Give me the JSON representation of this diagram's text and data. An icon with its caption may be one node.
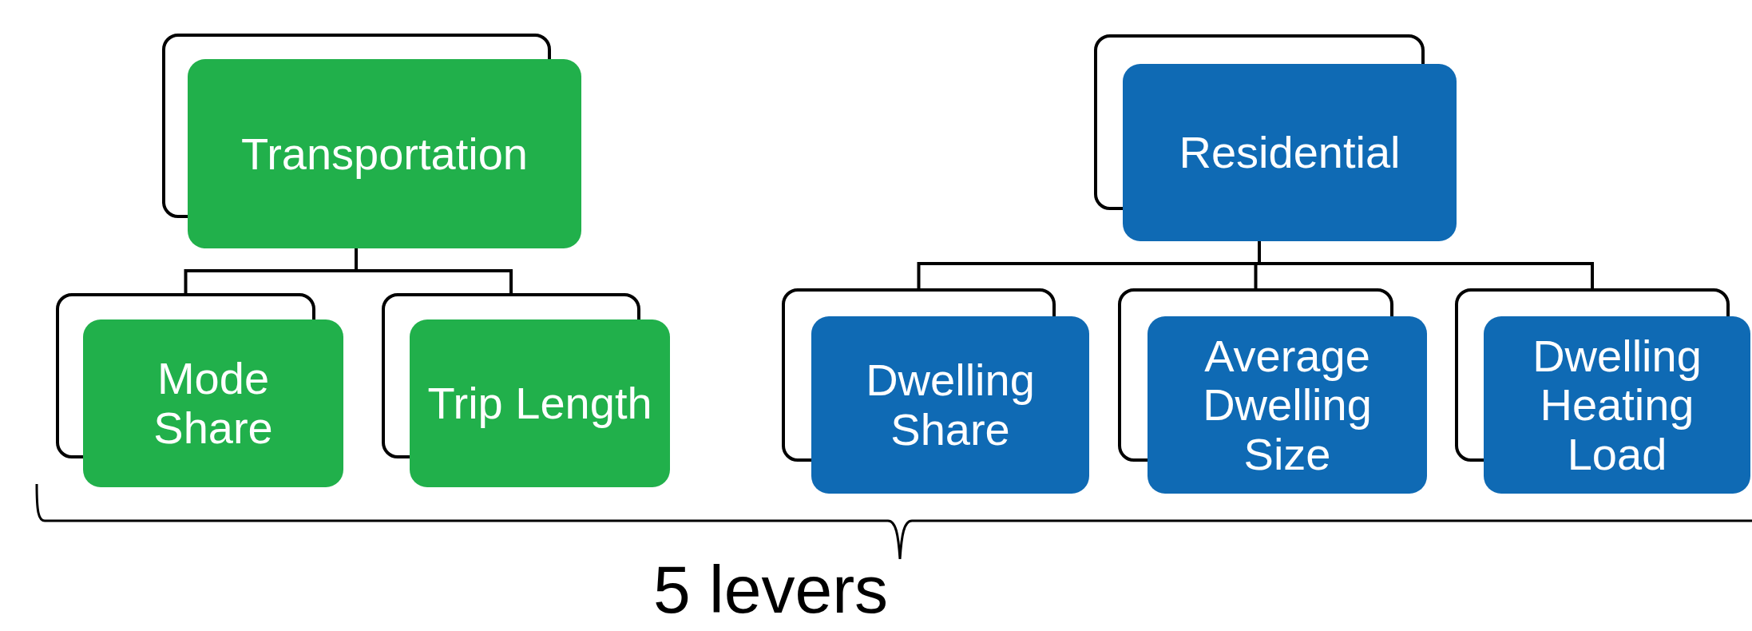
{
  "diagram": {
    "nodes": [
      {
        "text": [
          "Transportation"
        ]
      },
      {
        "text": [
          "Mode Share"
        ]
      },
      {
        "text": [
          "Trip Length"
        ]
      },
      {
        "text": [
          "Residential"
        ]
      },
      {
        "text": [
          "Dwelling Share"
        ]
      },
      {
        "text": [
          "Average Dwelling Size"
        ]
      },
      {
        "text": [
          "Dwelling Heating Load"
        ]
      }
    ],
    "edges": [
      {
        "from": 0,
        "to": 1,
        "arrow": "none"
      },
      {
        "from": 0,
        "to": 2,
        "arrow": "none"
      },
      {
        "from": 3,
        "to": 4,
        "arrow": "none"
      },
      {
        "from": 3,
        "to": 5,
        "arrow": "none"
      },
      {
        "from": 3,
        "to": 6,
        "arrow": "none"
      }
    ],
    "labels": [
      "5 levers"
    ]
  }
}
